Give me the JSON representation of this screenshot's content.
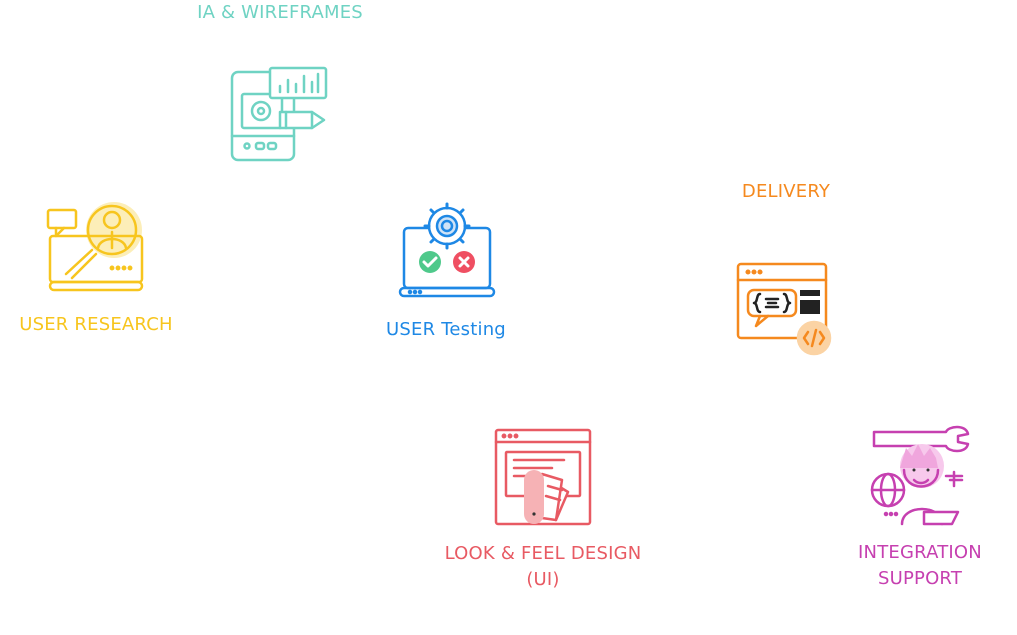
{
  "steps": {
    "ia_wireframes": {
      "label": "IA & WIREFRAMES",
      "color": "#6fd3c3"
    },
    "user_research": {
      "label": "USER RESEARCH",
      "color": "#f7c51e"
    },
    "user_testing": {
      "label": "USER Testing",
      "color": "#1e88e5"
    },
    "delivery": {
      "label": "DELIVERY",
      "color": "#f5891e"
    },
    "look_feel": {
      "label_line1": "LOOK & FEEL DESIGN",
      "label_line2": "(UI)",
      "color": "#e85a63"
    },
    "integration": {
      "label_line1": "INTEGRATION",
      "label_line2": "SUPPORT",
      "color": "#c640b0"
    }
  },
  "icons": {
    "ia_wireframes": "wireframe-tablet-icon",
    "user_research": "user-research-laptop-icon",
    "user_testing": "testing-laptop-gear-icon",
    "delivery": "code-delivery-window-icon",
    "look_feel": "design-palette-window-icon",
    "integration": "support-engineer-wrench-icon"
  }
}
